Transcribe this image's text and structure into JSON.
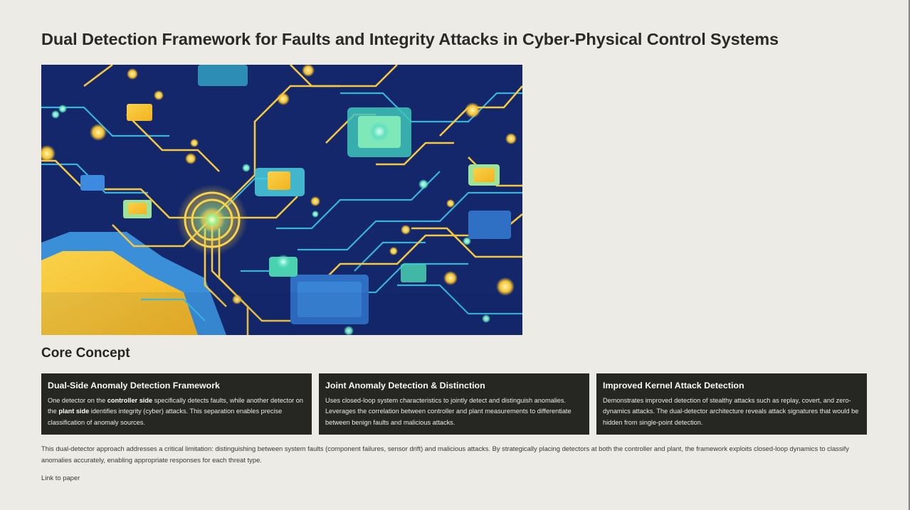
{
  "page": {
    "title": "Dual Detection Framework for Faults and Integrity Attacks in Cyber-Physical Control Systems",
    "hero_image": {
      "alt": "Glowing circuit board illustration with yellow and cyan traces on a deep blue background",
      "colors": {
        "background": "#15286e",
        "trace_gold": "#f5c842",
        "trace_cyan": "#3fc3e8",
        "chip_teal": "#5fd6c4",
        "glow": "#fff1a0"
      }
    },
    "section_heading": "Core Concept",
    "cards": [
      {
        "title": "Dual-Side Anomaly Detection Framework",
        "body_parts": [
          {
            "text": "One detector on the ",
            "bold": false
          },
          {
            "text": "controller side",
            "bold": true
          },
          {
            "text": " specifically detects faults, while another detector on the ",
            "bold": false
          },
          {
            "text": "plant side",
            "bold": true
          },
          {
            "text": " identifies integrity (cyber) attacks. This separation enables precise classification of anomaly sources.",
            "bold": false
          }
        ]
      },
      {
        "title": "Joint Anomaly Detection & Distinction",
        "body_parts": [
          {
            "text": "Uses closed-loop system characteristics to jointly detect and distinguish anomalies. Leverages the correlation between controller and plant measurements to differentiate between benign faults and malicious attacks.",
            "bold": false
          }
        ]
      },
      {
        "title": "Improved Kernel Attack Detection",
        "body_parts": [
          {
            "text": "Demonstrates improved detection of stealthy attacks such as replay, covert, and zero-dynamics attacks. The dual-detector architecture reveals attack signatures that would be hidden from single-point detection.",
            "bold": false
          }
        ]
      }
    ],
    "summary": "This dual-detector approach addresses a critical limitation: distinguishing between system faults (component failures, sensor drift) and malicious attacks. By strategically placing detectors at both the controller and plant, the framework exploits closed-loop dynamics to classify anomalies accurately, enabling appropriate responses for each threat type.",
    "link_label": "Link to paper"
  },
  "theme": {
    "background": "#edebe6",
    "card_background": "#262622",
    "text": "#262622"
  }
}
